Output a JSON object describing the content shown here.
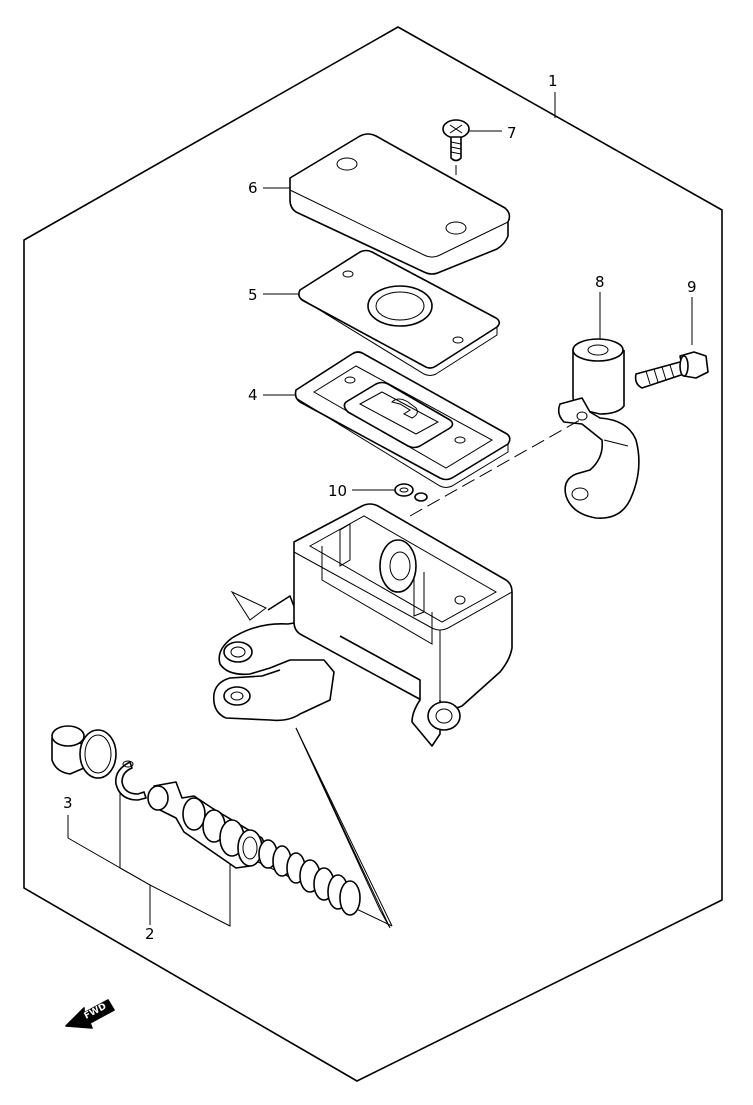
{
  "callouts": {
    "c1": "1",
    "c2": "2",
    "c3": "3",
    "c4": "4",
    "c5": "5",
    "c6": "6",
    "c7": "7",
    "c8": "8",
    "c9": "9",
    "c10": "10"
  },
  "direction_marker": {
    "label": "FWD",
    "icon": "forward-arrow-icon"
  },
  "parts_present": [
    "master-cylinder-body",
    "reservoir-cap",
    "diaphragm-plate",
    "diaphragm",
    "cap-screw",
    "clamp-holder",
    "clamp-bolt",
    "piston-cup-set",
    "spring",
    "circlip",
    "boot",
    "plate"
  ]
}
